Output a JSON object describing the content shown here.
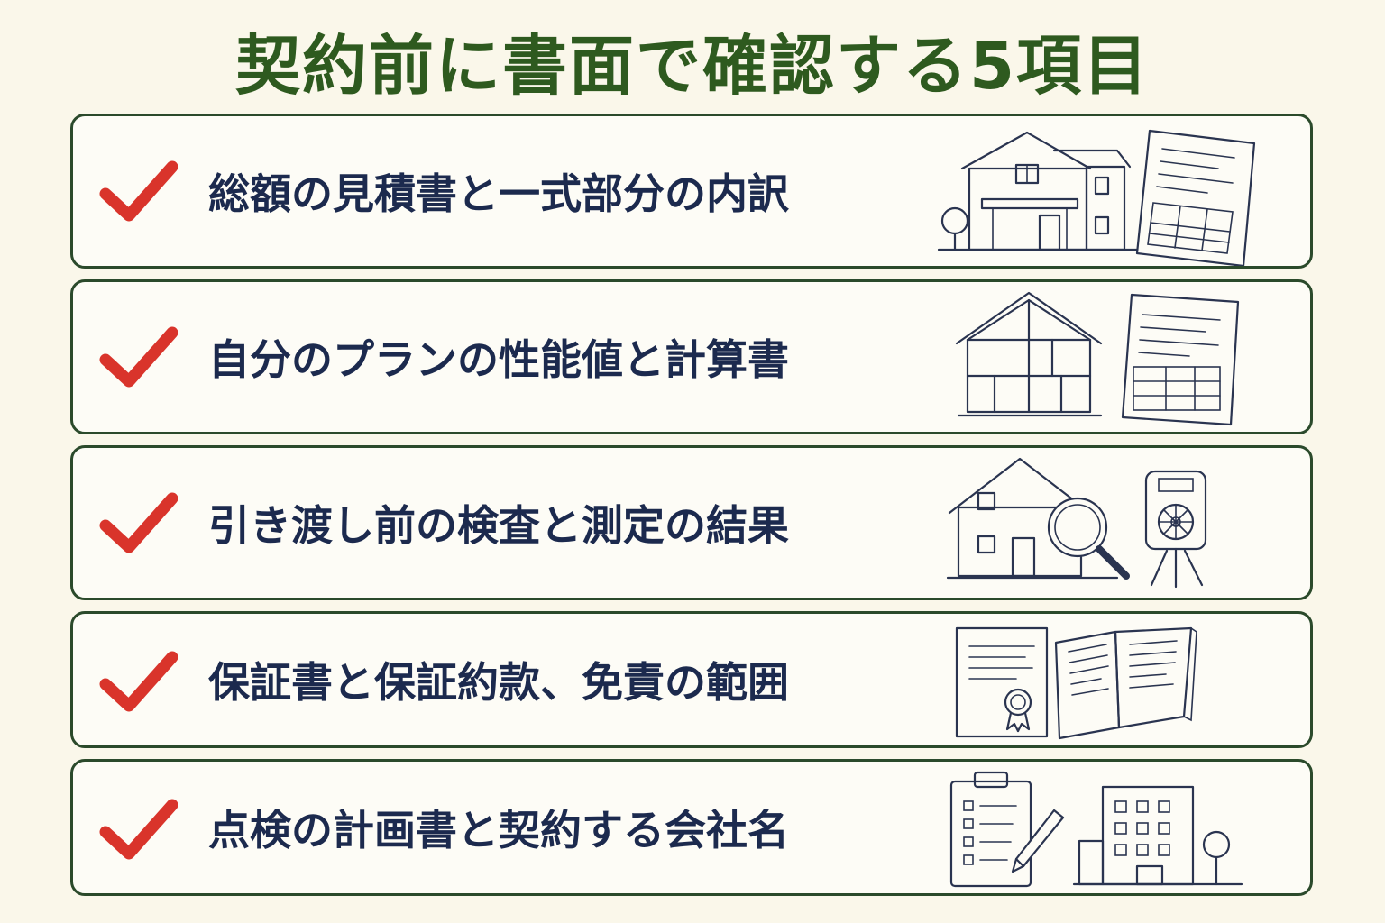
{
  "title": "契約前に書面で確認する5項目",
  "colors": {
    "title": "#2e5a1f",
    "item_text": "#1c2a4e",
    "check": "#d9342b",
    "border": "#2b4a2b",
    "background": "#faf7ea"
  },
  "items": [
    {
      "label": "総額の見積書と一式部分の内訳",
      "illustration": "house-and-estimate-document"
    },
    {
      "label": "自分のプランの性能値と計算書",
      "illustration": "house-plan-and-calculation-sheet"
    },
    {
      "label": "引き渡し前の検査と測定の結果",
      "illustration": "house-magnifier-and-measuring-device"
    },
    {
      "label": "保証書と保証約款、免責の範囲",
      "illustration": "certificate-and-open-booklet"
    },
    {
      "label": "点検の計画書と契約する会社名",
      "illustration": "clipboard-checklist-and-company-building"
    }
  ]
}
